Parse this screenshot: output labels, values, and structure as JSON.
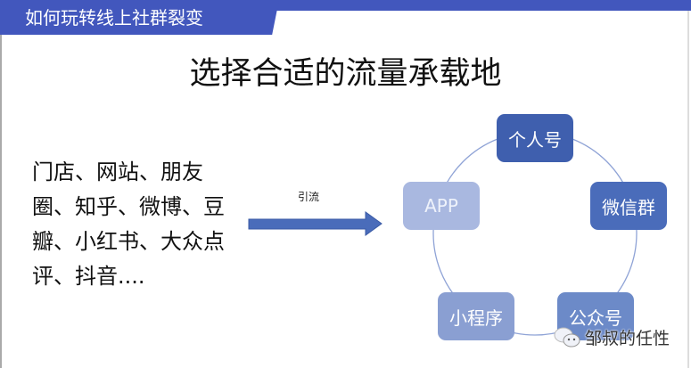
{
  "header": {
    "section_title": "如何玩转线上社群裂变",
    "accent": "#4257bd"
  },
  "slide": {
    "title": "选择合适的流量承载地",
    "left_text": "门店、网站、朋友圈、知乎、微博、豆瓣、小红书、大众点评、抖音....",
    "arrow_label": "引流",
    "nodes": [
      {
        "label": "个人号",
        "color": "#3f5fae"
      },
      {
        "label": "微信群",
        "color": "#4a6cba"
      },
      {
        "label": "公众号",
        "color": "#6c8ac8"
      },
      {
        "label": "小程序",
        "color": "#8a9fd2"
      },
      {
        "label": "APP",
        "color": "#a9b8e0"
      }
    ]
  },
  "watermark": {
    "text": "邹叔的任性",
    "icon": "wechat-icon"
  }
}
